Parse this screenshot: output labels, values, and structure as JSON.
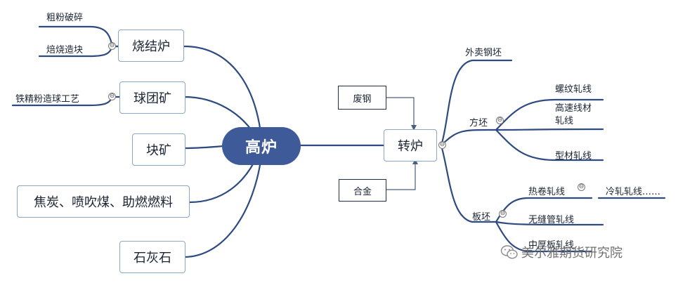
{
  "center": {
    "label": "高炉"
  },
  "left_nodes": {
    "sinter": {
      "label": "烧结炉",
      "children": [
        "粗粉破碎",
        "焙烧造块"
      ]
    },
    "pellet": {
      "label": "球团矿",
      "children": [
        "铁精粉造球工艺"
      ]
    },
    "lump": {
      "label": "块矿"
    },
    "coke": {
      "label": "焦炭、喷吹煤、助燃燃料"
    },
    "limestone": {
      "label": "石灰石"
    }
  },
  "converter": {
    "label": "转炉"
  },
  "inputs": {
    "scrap": "废钢",
    "alloy": "合金"
  },
  "outputs": {
    "sold_billet": "外卖钢坯",
    "billet": {
      "label": "方坯",
      "children": [
        "螺纹轧线",
        "高速线材\n轧线",
        "型材轧线"
      ]
    },
    "slab": {
      "label": "板坯",
      "children": [
        "热卷轧线",
        "无缝管轧线",
        "中厚板轧线"
      ],
      "cold_roll": "冷轧轧线……"
    }
  },
  "collapse_symbol": "⊖",
  "watermark": "美尔雅期货研究院",
  "colors": {
    "link": "#2d4b80",
    "pill": "#3f5a99",
    "box_border": "#8aa6c8"
  }
}
